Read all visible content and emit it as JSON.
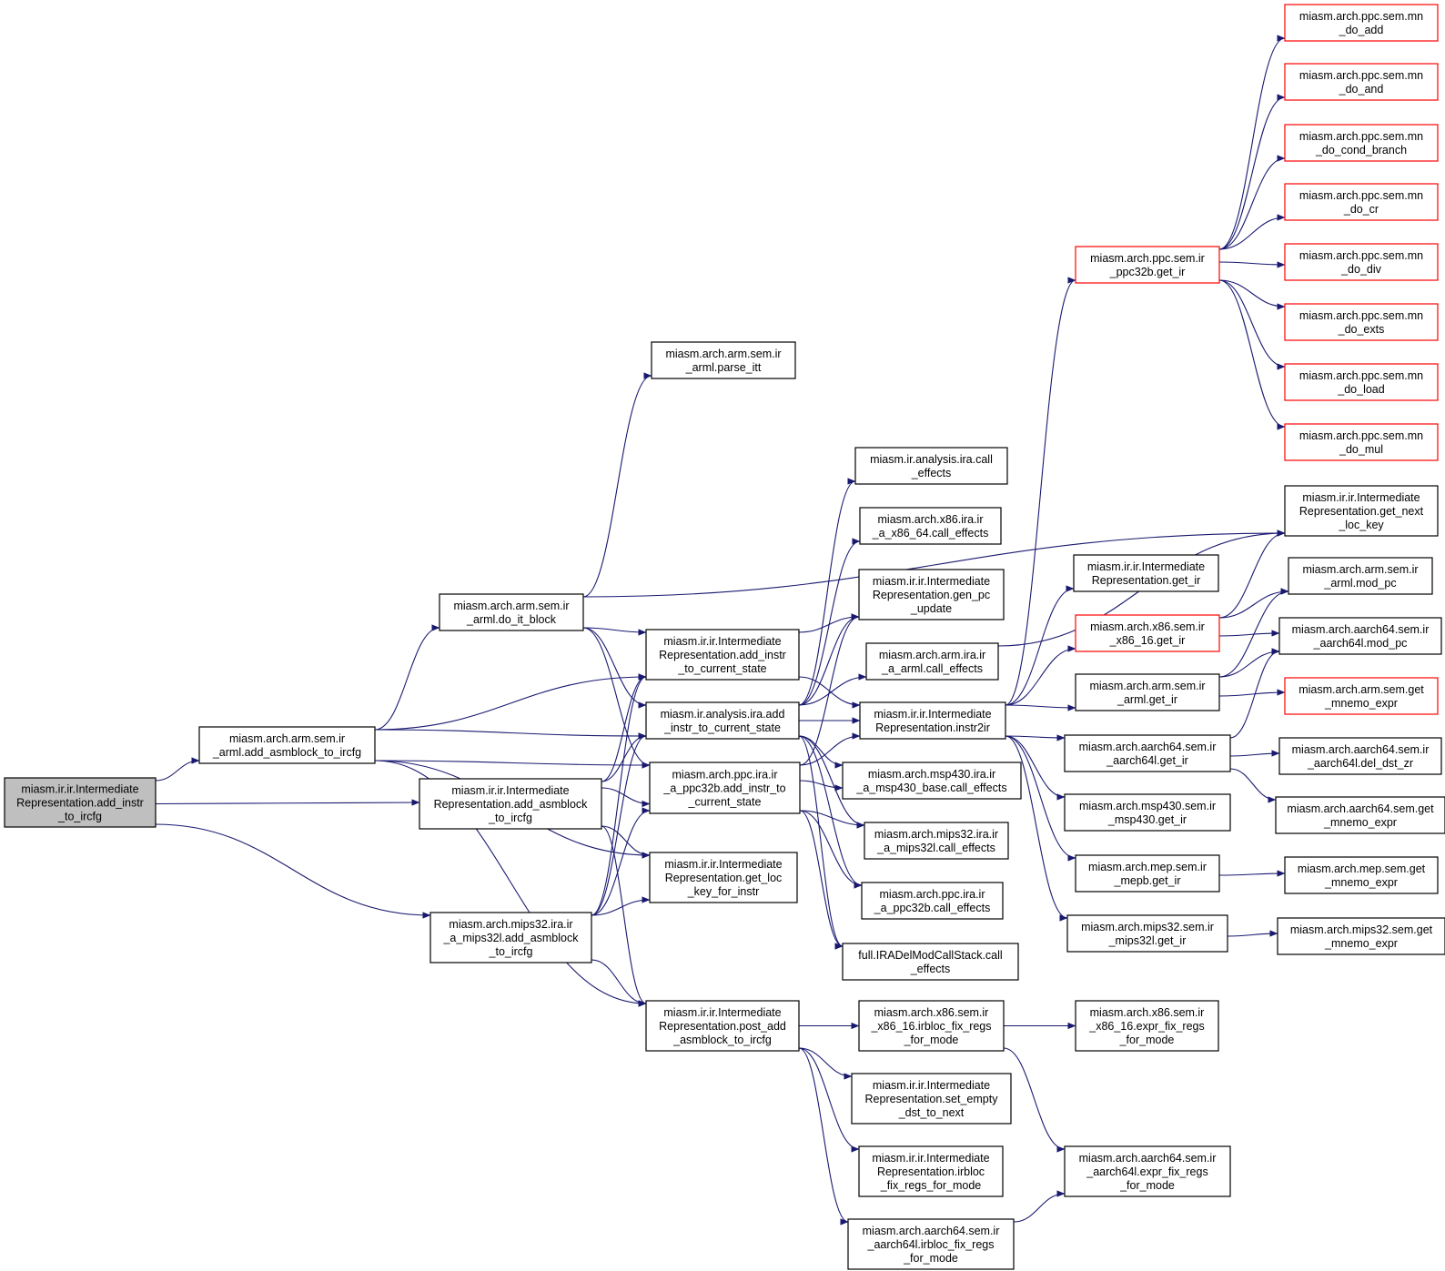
{
  "colors": {
    "edge": "#191970",
    "root_fill": "#bfbfbf",
    "normal_border": "#000000",
    "truncated_border": "#ff0000",
    "background": "#ffffff"
  },
  "nodes": [
    {
      "id": "root",
      "lines": [
        "miasm.ir.ir.Intermediate",
        "Representation.add_instr",
        "_to_ircfg"
      ],
      "style": "root"
    },
    {
      "id": "arm_add_asm",
      "lines": [
        "miasm.arch.arm.sem.ir",
        "_arml.add_asmblock_to_ircfg"
      ],
      "style": "normal"
    },
    {
      "id": "ir_add_asm",
      "lines": [
        "miasm.ir.ir.Intermediate",
        "Representation.add_asmblock",
        "_to_ircfg"
      ],
      "style": "normal"
    },
    {
      "id": "mips_add_asm",
      "lines": [
        "miasm.arch.mips32.ira.ir",
        "_a_mips32l.add_asmblock",
        "_to_ircfg"
      ],
      "style": "normal"
    },
    {
      "id": "arm_do_it",
      "lines": [
        "miasm.arch.arm.sem.ir",
        "_arml.do_it_block"
      ],
      "style": "normal"
    },
    {
      "id": "arm_parse_itt",
      "lines": [
        "miasm.arch.arm.sem.ir",
        "_arml.parse_itt"
      ],
      "style": "normal"
    },
    {
      "id": "ir_add_instr_cs",
      "lines": [
        "miasm.ir.ir.Intermediate",
        "Representation.add_instr",
        "_to_current_state"
      ],
      "style": "normal"
    },
    {
      "id": "ira_add_instr_cs",
      "lines": [
        "miasm.ir.analysis.ira.add",
        "_instr_to_current_state"
      ],
      "style": "normal"
    },
    {
      "id": "ppc_add_instr_cs",
      "lines": [
        "miasm.arch.ppc.ira.ir",
        "_a_ppc32b.add_instr_to",
        "_current_state"
      ],
      "style": "normal"
    },
    {
      "id": "get_loc_key",
      "lines": [
        "miasm.ir.ir.Intermediate",
        "Representation.get_loc",
        "_key_for_instr"
      ],
      "style": "normal"
    },
    {
      "id": "post_add",
      "lines": [
        "miasm.ir.ir.Intermediate",
        "Representation.post_add",
        "_asmblock_to_ircfg"
      ],
      "style": "normal"
    },
    {
      "id": "ira_call_eff",
      "lines": [
        "miasm.ir.analysis.ira.call",
        "_effects"
      ],
      "style": "normal"
    },
    {
      "id": "x86_64_call_eff",
      "lines": [
        "miasm.arch.x86.ira.ir",
        "_a_x86_64.call_effects"
      ],
      "style": "normal"
    },
    {
      "id": "gen_pc_update",
      "lines": [
        "miasm.ir.ir.Intermediate",
        "Representation.gen_pc",
        "_update"
      ],
      "style": "normal"
    },
    {
      "id": "arm_call_eff",
      "lines": [
        "miasm.arch.arm.ira.ir",
        "_a_arml.call_effects"
      ],
      "style": "normal"
    },
    {
      "id": "instr2ir",
      "lines": [
        "miasm.ir.ir.Intermediate",
        "Representation.instr2ir"
      ],
      "style": "normal"
    },
    {
      "id": "msp430_call_eff",
      "lines": [
        "miasm.arch.msp430.ira.ir",
        "_a_msp430_base.call_effects"
      ],
      "style": "normal"
    },
    {
      "id": "mips_call_eff",
      "lines": [
        "miasm.arch.mips32.ira.ir",
        "_a_mips32l.call_effects"
      ],
      "style": "normal"
    },
    {
      "id": "ppc_call_eff",
      "lines": [
        "miasm.arch.ppc.ira.ir",
        "_a_ppc32b.call_effects"
      ],
      "style": "normal"
    },
    {
      "id": "full_call_eff",
      "lines": [
        "full.IRADelModCallStack.call",
        "_effects"
      ],
      "style": "normal"
    },
    {
      "id": "x86_irbloc_fix",
      "lines": [
        "miasm.arch.x86.sem.ir",
        "_x86_16.irbloc_fix_regs",
        "_for_mode"
      ],
      "style": "normal"
    },
    {
      "id": "set_empty_dst",
      "lines": [
        "miasm.ir.ir.Intermediate",
        "Representation.set_empty",
        "_dst_to_next"
      ],
      "style": "normal"
    },
    {
      "id": "ir_irbloc_fix",
      "lines": [
        "miasm.ir.ir.Intermediate",
        "Representation.irbloc",
        "_fix_regs_for_mode"
      ],
      "style": "normal"
    },
    {
      "id": "aarch64_irbloc_fix",
      "lines": [
        "miasm.arch.aarch64.sem.ir",
        "_aarch64l.irbloc_fix_regs",
        "_for_mode"
      ],
      "style": "normal"
    },
    {
      "id": "ppc_get_ir",
      "lines": [
        "miasm.arch.ppc.sem.ir",
        "_ppc32b.get_ir"
      ],
      "style": "truncated"
    },
    {
      "id": "ir_get_ir",
      "lines": [
        "miasm.ir.ir.Intermediate",
        "Representation.get_ir"
      ],
      "style": "normal"
    },
    {
      "id": "x86_get_ir",
      "lines": [
        "miasm.arch.x86.sem.ir",
        "_x86_16.get_ir"
      ],
      "style": "truncated"
    },
    {
      "id": "arm_get_ir",
      "lines": [
        "miasm.arch.arm.sem.ir",
        "_arml.get_ir"
      ],
      "style": "normal"
    },
    {
      "id": "aarch64_get_ir",
      "lines": [
        "miasm.arch.aarch64.sem.ir",
        "_aarch64l.get_ir"
      ],
      "style": "normal"
    },
    {
      "id": "msp430_get_ir",
      "lines": [
        "miasm.arch.msp430.sem.ir",
        "_msp430.get_ir"
      ],
      "style": "normal"
    },
    {
      "id": "mep_get_ir",
      "lines": [
        "miasm.arch.mep.sem.ir",
        "_mepb.get_ir"
      ],
      "style": "normal"
    },
    {
      "id": "mips_get_ir",
      "lines": [
        "miasm.arch.mips32.sem.ir",
        "_mips32l.get_ir"
      ],
      "style": "normal"
    },
    {
      "id": "x86_expr_fix",
      "lines": [
        "miasm.arch.x86.sem.ir",
        "_x86_16.expr_fix_regs",
        "_for_mode"
      ],
      "style": "normal"
    },
    {
      "id": "aarch64_expr_fix",
      "lines": [
        "miasm.arch.aarch64.sem.ir",
        "_aarch64l.expr_fix_regs",
        "_for_mode"
      ],
      "style": "normal"
    },
    {
      "id": "mn_do_add",
      "lines": [
        "miasm.arch.ppc.sem.mn",
        "_do_add"
      ],
      "style": "truncated"
    },
    {
      "id": "mn_do_and",
      "lines": [
        "miasm.arch.ppc.sem.mn",
        "_do_and"
      ],
      "style": "truncated"
    },
    {
      "id": "mn_do_cond_branch",
      "lines": [
        "miasm.arch.ppc.sem.mn",
        "_do_cond_branch"
      ],
      "style": "truncated"
    },
    {
      "id": "mn_do_cr",
      "lines": [
        "miasm.arch.ppc.sem.mn",
        "_do_cr"
      ],
      "style": "truncated"
    },
    {
      "id": "mn_do_div",
      "lines": [
        "miasm.arch.ppc.sem.mn",
        "_do_div"
      ],
      "style": "truncated"
    },
    {
      "id": "mn_do_exts",
      "lines": [
        "miasm.arch.ppc.sem.mn",
        "_do_exts"
      ],
      "style": "truncated"
    },
    {
      "id": "mn_do_load",
      "lines": [
        "miasm.arch.ppc.sem.mn",
        "_do_load"
      ],
      "style": "truncated"
    },
    {
      "id": "mn_do_mul",
      "lines": [
        "miasm.arch.ppc.sem.mn",
        "_do_mul"
      ],
      "style": "truncated"
    },
    {
      "id": "get_next_loc_key",
      "lines": [
        "miasm.ir.ir.Intermediate",
        "Representation.get_next",
        "_loc_key"
      ],
      "style": "normal"
    },
    {
      "id": "arm_mod_pc",
      "lines": [
        "miasm.arch.arm.sem.ir",
        "_arml.mod_pc"
      ],
      "style": "normal"
    },
    {
      "id": "aarch64_mod_pc",
      "lines": [
        "miasm.arch.aarch64.sem.ir",
        "_aarch64l.mod_pc"
      ],
      "style": "normal"
    },
    {
      "id": "arm_get_mnemo",
      "lines": [
        "miasm.arch.arm.sem.get",
        "_mnemo_expr"
      ],
      "style": "truncated"
    },
    {
      "id": "aarch64_del_dst",
      "lines": [
        "miasm.arch.aarch64.sem.ir",
        "_aarch64l.del_dst_zr"
      ],
      "style": "normal"
    },
    {
      "id": "aarch64_get_mnemo",
      "lines": [
        "miasm.arch.aarch64.sem.get",
        "_mnemo_expr"
      ],
      "style": "normal"
    },
    {
      "id": "mep_get_mnemo",
      "lines": [
        "miasm.arch.mep.sem.get",
        "_mnemo_expr"
      ],
      "style": "normal"
    },
    {
      "id": "mips_get_mnemo",
      "lines": [
        "miasm.arch.mips32.sem.get",
        "_mnemo_expr"
      ],
      "style": "normal"
    }
  ],
  "edges": [
    [
      "root",
      "arm_add_asm"
    ],
    [
      "root",
      "ir_add_asm"
    ],
    [
      "root",
      "mips_add_asm"
    ],
    [
      "arm_add_asm",
      "arm_do_it"
    ],
    [
      "arm_add_asm",
      "ir_add_instr_cs"
    ],
    [
      "arm_add_asm",
      "ira_add_instr_cs"
    ],
    [
      "arm_add_asm",
      "ppc_add_instr_cs"
    ],
    [
      "arm_add_asm",
      "get_loc_key"
    ],
    [
      "arm_add_asm",
      "post_add"
    ],
    [
      "arm_do_it",
      "arm_parse_itt"
    ],
    [
      "arm_do_it",
      "get_next_loc_key"
    ],
    [
      "arm_do_it",
      "ir_add_instr_cs"
    ],
    [
      "arm_do_it",
      "ira_add_instr_cs"
    ],
    [
      "arm_do_it",
      "ppc_add_instr_cs"
    ],
    [
      "ir_add_asm",
      "ir_add_instr_cs"
    ],
    [
      "ir_add_asm",
      "ira_add_instr_cs"
    ],
    [
      "ir_add_asm",
      "ppc_add_instr_cs"
    ],
    [
      "ir_add_asm",
      "get_loc_key"
    ],
    [
      "ir_add_asm",
      "post_add"
    ],
    [
      "mips_add_asm",
      "ir_add_instr_cs"
    ],
    [
      "mips_add_asm",
      "ira_add_instr_cs"
    ],
    [
      "mips_add_asm",
      "ppc_add_instr_cs"
    ],
    [
      "mips_add_asm",
      "get_loc_key"
    ],
    [
      "mips_add_asm",
      "post_add"
    ],
    [
      "ir_add_instr_cs",
      "gen_pc_update"
    ],
    [
      "ir_add_instr_cs",
      "instr2ir"
    ],
    [
      "ira_add_instr_cs",
      "ira_call_eff"
    ],
    [
      "ira_add_instr_cs",
      "x86_64_call_eff"
    ],
    [
      "ira_add_instr_cs",
      "gen_pc_update"
    ],
    [
      "ira_add_instr_cs",
      "arm_call_eff"
    ],
    [
      "ira_add_instr_cs",
      "instr2ir"
    ],
    [
      "ira_add_instr_cs",
      "msp430_call_eff"
    ],
    [
      "ira_add_instr_cs",
      "mips_call_eff"
    ],
    [
      "ira_add_instr_cs",
      "ppc_call_eff"
    ],
    [
      "ira_add_instr_cs",
      "full_call_eff"
    ],
    [
      "ppc_add_instr_cs",
      "gen_pc_update"
    ],
    [
      "ppc_add_instr_cs",
      "instr2ir"
    ],
    [
      "ppc_add_instr_cs",
      "msp430_call_eff"
    ],
    [
      "ppc_add_instr_cs",
      "mips_call_eff"
    ],
    [
      "ppc_add_instr_cs",
      "ppc_call_eff"
    ],
    [
      "ppc_add_instr_cs",
      "full_call_eff"
    ],
    [
      "arm_call_eff",
      "get_next_loc_key"
    ],
    [
      "instr2ir",
      "ppc_get_ir"
    ],
    [
      "instr2ir",
      "ir_get_ir"
    ],
    [
      "instr2ir",
      "x86_get_ir"
    ],
    [
      "instr2ir",
      "arm_get_ir"
    ],
    [
      "instr2ir",
      "aarch64_get_ir"
    ],
    [
      "instr2ir",
      "msp430_get_ir"
    ],
    [
      "instr2ir",
      "mep_get_ir"
    ],
    [
      "instr2ir",
      "mips_get_ir"
    ],
    [
      "post_add",
      "x86_irbloc_fix"
    ],
    [
      "post_add",
      "set_empty_dst"
    ],
    [
      "post_add",
      "ir_irbloc_fix"
    ],
    [
      "post_add",
      "aarch64_irbloc_fix"
    ],
    [
      "x86_irbloc_fix",
      "x86_expr_fix"
    ],
    [
      "x86_irbloc_fix",
      "aarch64_expr_fix"
    ],
    [
      "aarch64_irbloc_fix",
      "aarch64_expr_fix"
    ],
    [
      "ppc_get_ir",
      "mn_do_add"
    ],
    [
      "ppc_get_ir",
      "mn_do_and"
    ],
    [
      "ppc_get_ir",
      "mn_do_cond_branch"
    ],
    [
      "ppc_get_ir",
      "mn_do_cr"
    ],
    [
      "ppc_get_ir",
      "mn_do_div"
    ],
    [
      "ppc_get_ir",
      "mn_do_exts"
    ],
    [
      "ppc_get_ir",
      "mn_do_load"
    ],
    [
      "ppc_get_ir",
      "mn_do_mul"
    ],
    [
      "x86_get_ir",
      "get_next_loc_key"
    ],
    [
      "x86_get_ir",
      "arm_mod_pc"
    ],
    [
      "x86_get_ir",
      "aarch64_mod_pc"
    ],
    [
      "arm_get_ir",
      "arm_mod_pc"
    ],
    [
      "arm_get_ir",
      "aarch64_mod_pc"
    ],
    [
      "arm_get_ir",
      "arm_get_mnemo"
    ],
    [
      "aarch64_get_ir",
      "aarch64_mod_pc"
    ],
    [
      "aarch64_get_ir",
      "aarch64_del_dst"
    ],
    [
      "aarch64_get_ir",
      "aarch64_get_mnemo"
    ],
    [
      "mep_get_ir",
      "mep_get_mnemo"
    ],
    [
      "mips_get_ir",
      "mips_get_mnemo"
    ]
  ]
}
